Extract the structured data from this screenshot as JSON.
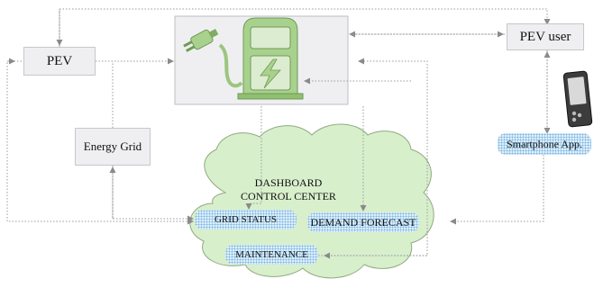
{
  "nodes": {
    "pev": "PEV",
    "pev_user": "PEV user",
    "energy_grid": "Energy Grid",
    "smartphone_app": "Smartphone App."
  },
  "control_center": {
    "title_line1": "DASHBOARD",
    "title_line2": "CONTROL CENTER",
    "grid_status": "GRID STATUS",
    "demand_forecast": "DEMAND FORECAST",
    "maintenance": "MAINTENANCE"
  },
  "icons": [
    "charging-station-icon",
    "smartphone-icon"
  ],
  "colors": {
    "cloud_fill": "#d8efcc",
    "cloud_stroke": "#8faa80",
    "pill_fill": "#dbeefb",
    "box_fill": "#efeff2",
    "station_green": "#a9d18e",
    "arrow": "#9a9a9a"
  }
}
